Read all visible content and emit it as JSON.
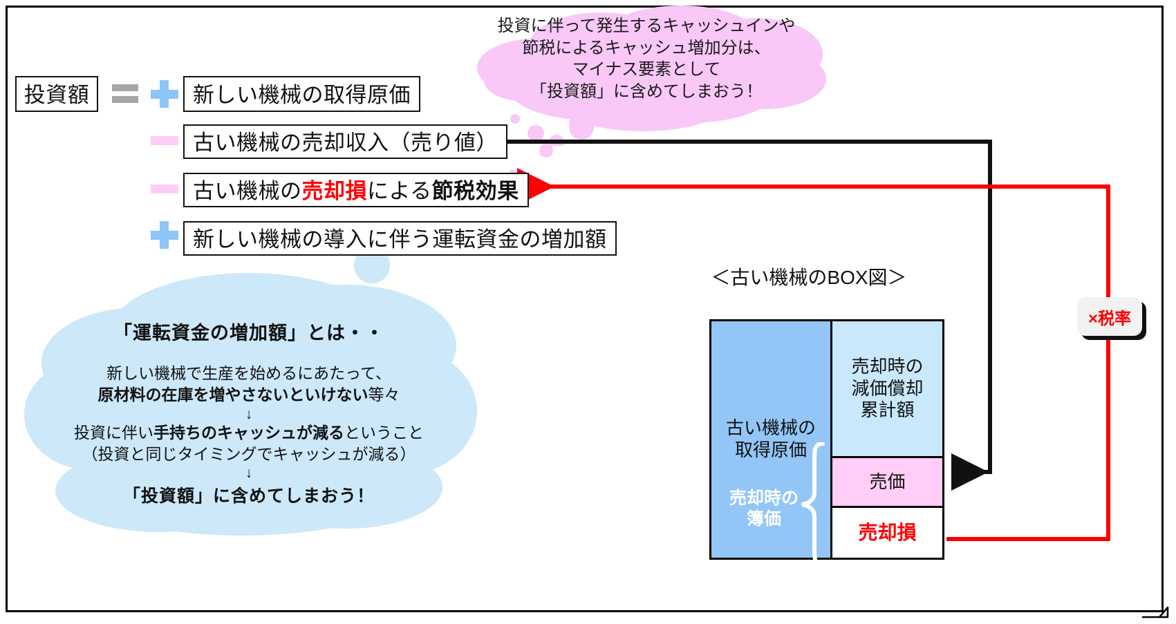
{
  "formula": {
    "subject_label": "投資額",
    "equals_icon": "equals-icon",
    "rows": [
      {
        "sign": "plus",
        "text": "新しい機械の取得原価"
      },
      {
        "sign": "minus",
        "text": "古い機械の売却収入（売り値）"
      },
      {
        "sign": "minus",
        "text_pre": "古い機械の",
        "text_red": "売却損",
        "text_mid": "による",
        "text_bold": "節税効果"
      },
      {
        "sign": "plus",
        "text": "新しい機械の導入に伴う運転資金の増加額"
      }
    ]
  },
  "pink_cloud": {
    "lines": [
      "投資に伴って発生するキャッシュインや",
      "節税によるキャッシュ増加分は、",
      "マイナス要素として",
      "「投資額」に含めてしまおう！"
    ]
  },
  "blue_cloud": {
    "title": "「運転資金の増加額」とは・・",
    "line1": "新しい機械で生産を始めるにあたって、",
    "line2_bold": "原材料の在庫を増やさないといけない",
    "line2_tail": "等々",
    "arrow1": "↓",
    "line3_pre": "投資に伴い",
    "line3_bold": "手持ちのキャッシュが減る",
    "line3_tail": "ということ",
    "line4": "（投資と同じタイミングでキャッシュが減る）",
    "arrow2": "↓",
    "final": "「投資額」に含めてしまおう！"
  },
  "box_figure": {
    "title": "＜古い機械のBOX図＞",
    "cells": {
      "acquisition_cost": "古い機械の\n取得原価",
      "accumulated_depreciation": "売却時の\n減価償却\n累計額",
      "sale_price": "売価",
      "loss_on_sale": "売却損"
    },
    "book_value_label": "売却時の\n簿価"
  },
  "tax_rate_tag": {
    "label": "×税率"
  },
  "colors": {
    "plus_icon": "#8ec5f8",
    "minus_icon": "#ffcdf5",
    "equals_icon": "#a6a6a6",
    "pink_cloud": "#f9c8f7",
    "blue_cloud": "#cce8f9",
    "acquisition_cost_fill": "#93c6f7",
    "accumulated_depreciation_fill": "#c9e8fb",
    "sale_price_fill": "#ffcdf5",
    "loss_text": "#ff0000",
    "red_arrow": "#ff0000",
    "black_arrow": "#111111"
  }
}
